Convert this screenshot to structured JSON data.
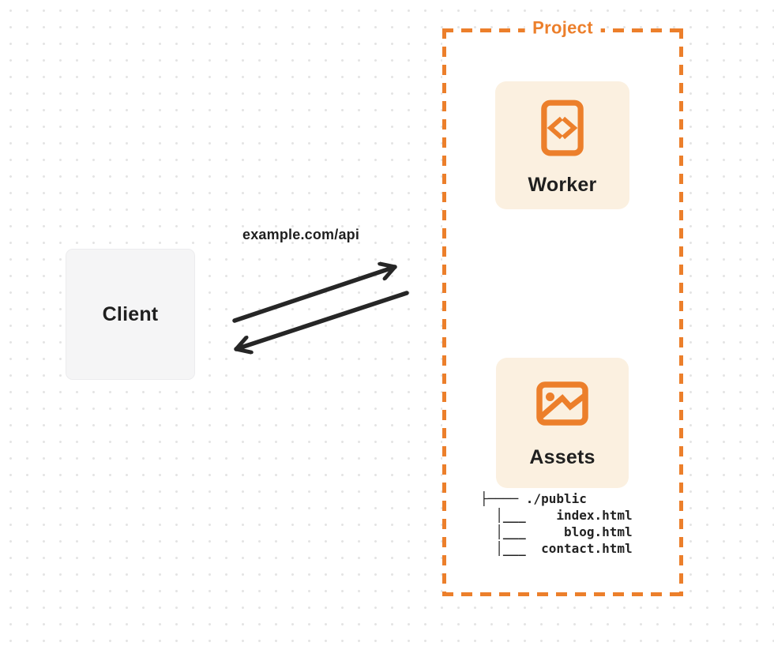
{
  "theme": {
    "accent_orange": "#EC7F2B",
    "card_bg": "#FBF0E0",
    "client_bg": "#F5F5F6",
    "arrow_color": "#262626",
    "text_dark": "#1F1F1F",
    "dot_color": "#E4E4E4"
  },
  "nodes": {
    "client": {
      "label": "Client"
    },
    "worker": {
      "label": "Worker",
      "icon": "code-document-icon"
    },
    "assets": {
      "label": "Assets",
      "icon": "image-icon"
    }
  },
  "edge": {
    "request_label": "example.com/api",
    "request_direction": "client-to-project",
    "response_direction": "project-to-client"
  },
  "project": {
    "label": "Project"
  },
  "file_tree": {
    "lines": [
      "├──── ./public",
      "  │___    index.html",
      "  │___     blog.html",
      "  │___  contact.html"
    ]
  }
}
